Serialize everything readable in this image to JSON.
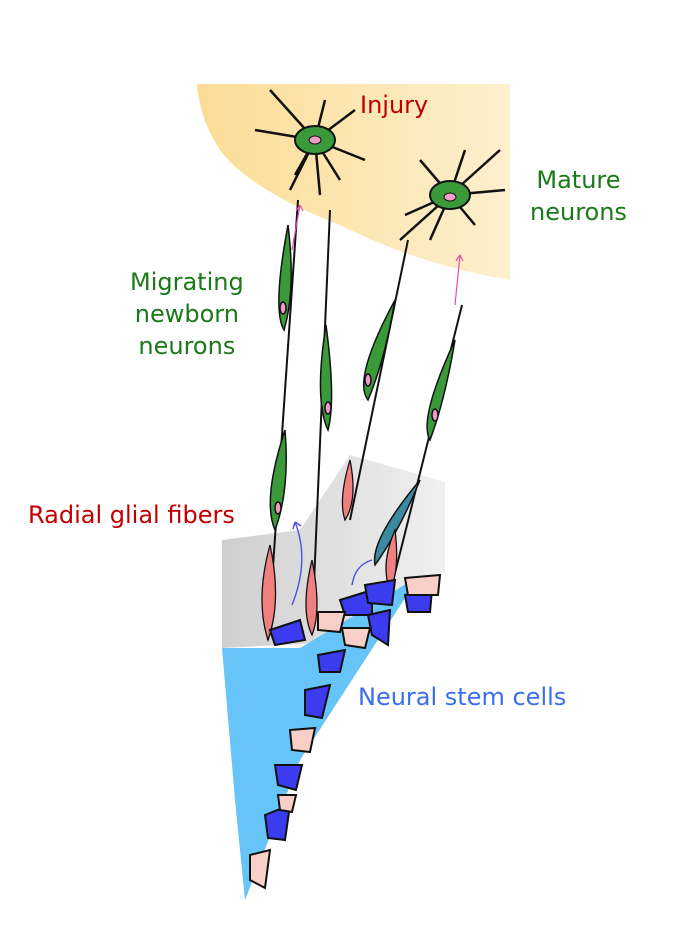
{
  "labels": {
    "injury": "Injury",
    "mature_neurons": [
      "Mature",
      "neurons"
    ],
    "migrating": [
      "Migrating",
      "newborn",
      "neurons"
    ],
    "radial_glial": "Radial glial fibers",
    "neural_stem": "Neural stem cells"
  },
  "colors": {
    "injury_text": "#c00000",
    "neuron_text": "#1a7a1a",
    "stem_text": "#3a6df0",
    "injury_zone": "#fbe4a6",
    "ventricle": "#66c4f8",
    "gray_zone": "#e4e4e4",
    "neuron_green": "#3a9a3a",
    "stem_blue": "#3b3bf0",
    "glia_red": "#f08080"
  }
}
